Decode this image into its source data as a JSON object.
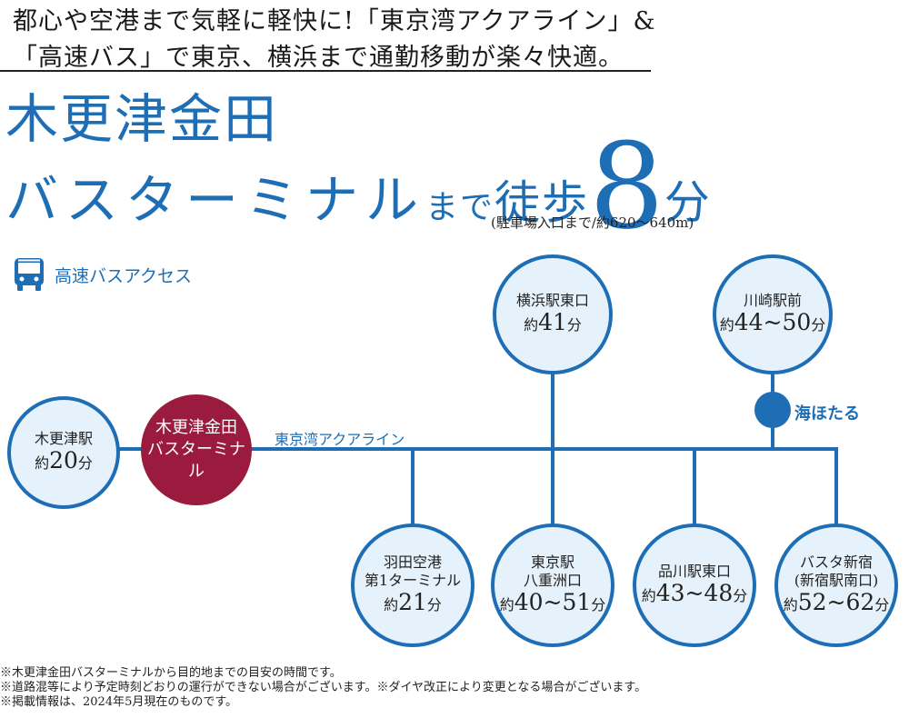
{
  "headline": {
    "line1": "都心や空港まで気軽に軽快に!「東京湾アクアライン」&",
    "line2": "「高速バス」で東京、横浜まで通勤移動が楽々快適。"
  },
  "title": {
    "line1": "木更津金田",
    "line2_main": "バスターミナル",
    "line2_made": "まで",
    "line2_toho": "徒歩",
    "line2_num": "8",
    "line2_unit": "分"
  },
  "walk_note": "(駐車場入口まで/約620〜640m)",
  "legend": {
    "icon": "bus-icon",
    "label": "高速バスアクセス"
  },
  "route_label": "東京湾アクアライン",
  "waypoint": {
    "label": "海ほたる"
  },
  "origin": {
    "name_1": "木更津金田",
    "name_2": "バスターミナル"
  },
  "stations": {
    "kisarazu": {
      "name_1": "木更津駅",
      "prefix": "約",
      "time": "20",
      "unit": "分"
    },
    "yokohama": {
      "name_1": "横浜駅東口",
      "prefix": "約",
      "time": "41",
      "unit": "分"
    },
    "kawasaki": {
      "name_1": "川崎駅前",
      "prefix": "約",
      "time": "44~50",
      "unit": "分"
    },
    "haneda": {
      "name_1": "羽田空港",
      "name_2": "第1ターミナル",
      "prefix": "約",
      "time": "21",
      "unit": "分"
    },
    "tokyo": {
      "name_1": "東京駅",
      "name_2": "八重洲口",
      "prefix": "約",
      "time": "40~51",
      "unit": "分"
    },
    "shinagawa": {
      "name_1": "品川駅東口",
      "prefix": "約",
      "time": "43~48",
      "unit": "分"
    },
    "shinjuku": {
      "name_1": "バスタ新宿",
      "name_2": "(新宿駅南口)",
      "prefix": "約",
      "time": "52~62",
      "unit": "分"
    }
  },
  "footnotes": [
    "※木更津金田バスターミナルから目的地までの目安の時間です。",
    "※道路混等により予定時刻どおりの運行ができない場合がございます。※ダイヤ改正により変更となる場合がございます。",
    "※掲載情報は、2024年5月現在のものです。"
  ],
  "colors": {
    "accent": "#1e6eb5",
    "origin": "#9a1b3e",
    "node_fill": "#e6f2fb"
  }
}
